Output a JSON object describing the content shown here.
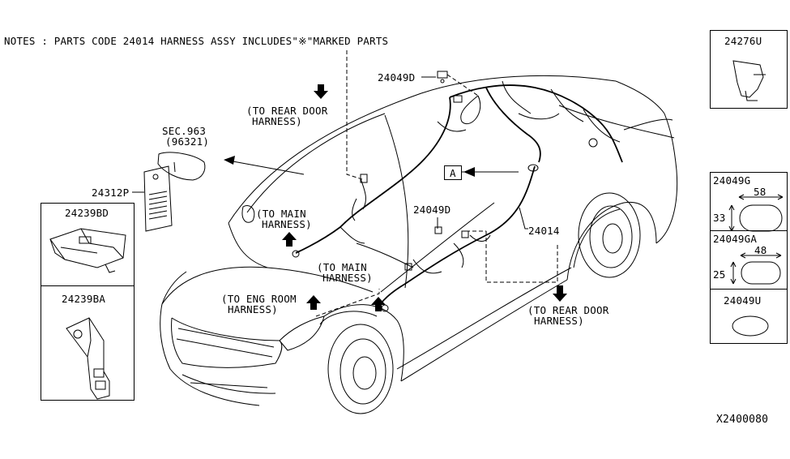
{
  "notes": "NOTES : PARTS CODE 24014 HARNESS ASSY INCLUDES\"※\"MARKED PARTS",
  "diagram_code": "X2400080",
  "labels": {
    "p24049D_top": "24049D",
    "p24049D_mid": "24049D",
    "p24014": "24014",
    "p24312P": "24312P",
    "sec963_line1": "SEC.963",
    "sec963_line2": "(96321)",
    "to_rear_door_top_1": "(TO REAR DOOR",
    "to_rear_door_top_2": "HARNESS)",
    "to_main_1_1": "(TO MAIN",
    "to_main_1_2": "HARNESS)",
    "to_main_2_1": "(TO MAIN",
    "to_main_2_2": "HARNESS)",
    "to_eng_room_1": "(TO ENG ROOM",
    "to_eng_room_2": "HARNESS)",
    "to_rear_door_bot_1": "(TO REAR DOOR",
    "to_rear_door_bot_2": "HARNESS)",
    "callout_a": "A"
  },
  "left_panels": {
    "top": {
      "part": "24239BD"
    },
    "bottom": {
      "part": "24239BA"
    }
  },
  "right_panels": {
    "p24276U": {
      "part": "24276U"
    },
    "p24049G": {
      "part": "24049G",
      "width": "58",
      "height": "33"
    },
    "p24049GA": {
      "part": "24049GA",
      "width": "48",
      "height": "25"
    },
    "p24049U": {
      "part": "24049U"
    }
  },
  "icons": {
    "car": "car-outline-icon",
    "harness": "wire-harness-icon",
    "arrow": "direction-arrow-icon"
  }
}
